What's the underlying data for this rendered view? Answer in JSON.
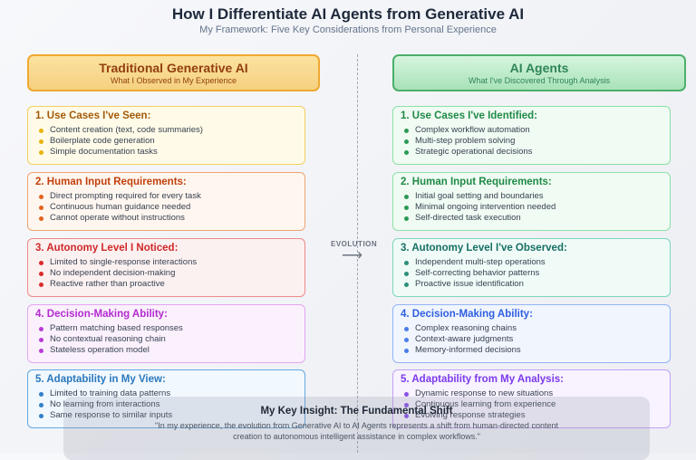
{
  "title": "How I Differentiate AI Agents from Generative AI",
  "subtitle": "My Framework: Five Key Considerations from Personal Experience",
  "evolution_label": "EVOLUTION",
  "left": {
    "heading": "Traditional Generative AI",
    "sub": "What I Observed in My Experience",
    "cards": [
      {
        "title": "1. Use Cases I've Seen:",
        "items": [
          "Content creation (text, code summaries)",
          "Boilerplate code generation",
          "Simple documentation tasks"
        ]
      },
      {
        "title": "2. Human Input Requirements:",
        "items": [
          "Direct prompting required for every task",
          "Continuous human guidance needed",
          "Cannot operate without instructions"
        ]
      },
      {
        "title": "3. Autonomy Level I Noticed:",
        "items": [
          "Limited to single-response interactions",
          "No independent decision-making",
          "Reactive rather than proactive"
        ]
      },
      {
        "title": "4. Decision-Making Ability:",
        "items": [
          "Pattern matching based responses",
          "No contextual reasoning chain",
          "Stateless operation model"
        ]
      },
      {
        "title": "5. Adaptability in My View:",
        "items": [
          "Limited to training data patterns",
          "No learning from interactions",
          "Same response to similar inputs"
        ]
      }
    ]
  },
  "right": {
    "heading": "AI Agents",
    "sub": "What I've Discovered Through Analysis",
    "cards": [
      {
        "title": "1. Use Cases I've Identified:",
        "items": [
          "Complex workflow automation",
          "Multi-step problem solving",
          "Strategic operational decisions"
        ]
      },
      {
        "title": "2. Human Input Requirements:",
        "items": [
          "Initial goal setting and boundaries",
          "Minimal ongoing intervention needed",
          "Self-directed task execution"
        ]
      },
      {
        "title": "3. Autonomy Level I've Observed:",
        "items": [
          "Independent multi-step operations",
          "Self-correcting behavior patterns",
          "Proactive issue identification"
        ]
      },
      {
        "title": "4. Decision-Making Ability:",
        "items": [
          "Complex reasoning chains",
          "Context-aware judgments",
          "Memory-informed decisions"
        ]
      },
      {
        "title": "5. Adaptability from My Analysis:",
        "items": [
          "Dynamic response to new situations",
          "Continuous learning from experience",
          "Evolving response strategies"
        ]
      }
    ]
  },
  "insight": {
    "title": "My Key Insight: The Fundamental Shift",
    "quote": "\"In my experience, the evolution from Generative AI to AI Agents represents a shift from human-directed content creation to autonomous intelligent assistance in complex workflows.\""
  },
  "colors": {
    "left": [
      {
        "border": "#f3cf5e",
        "bg": "#fffbe8",
        "title": "#a35a0a",
        "dot": "#e8b30a"
      },
      {
        "border": "#f0a474",
        "bg": "#fff6ef",
        "title": "#c2410c",
        "dot": "#e2621c"
      },
      {
        "border": "#ee8a8a",
        "bg": "#fcf1f1",
        "title": "#d02828",
        "dot": "#d92b2b"
      },
      {
        "border": "#e2a6f0",
        "bg": "#fbf1fd",
        "title": "#b32bd0",
        "dot": "#b83bd6"
      },
      {
        "border": "#64a8df",
        "bg": "#f1f8fe",
        "title": "#2a78bd",
        "dot": "#2f80c8"
      }
    ],
    "right": [
      {
        "border": "#8ee0a6",
        "bg": "#f0fbf3",
        "title": "#1f8a47",
        "dot": "#2a9a55"
      },
      {
        "border": "#8ee0a6",
        "bg": "#f0fbf3",
        "title": "#1f8a47",
        "dot": "#2a9a55"
      },
      {
        "border": "#7ed6bb",
        "bg": "#f0fbf8",
        "title": "#176f63",
        "dot": "#2b8f7a"
      },
      {
        "border": "#93b4f7",
        "bg": "#f1f6fe",
        "title": "#2f5fe0",
        "dot": "#4a7ee8"
      },
      {
        "border": "#c3a2f6",
        "bg": "#f8f3fe",
        "title": "#7c3aed",
        "dot": "#8b50ea"
      }
    ]
  }
}
